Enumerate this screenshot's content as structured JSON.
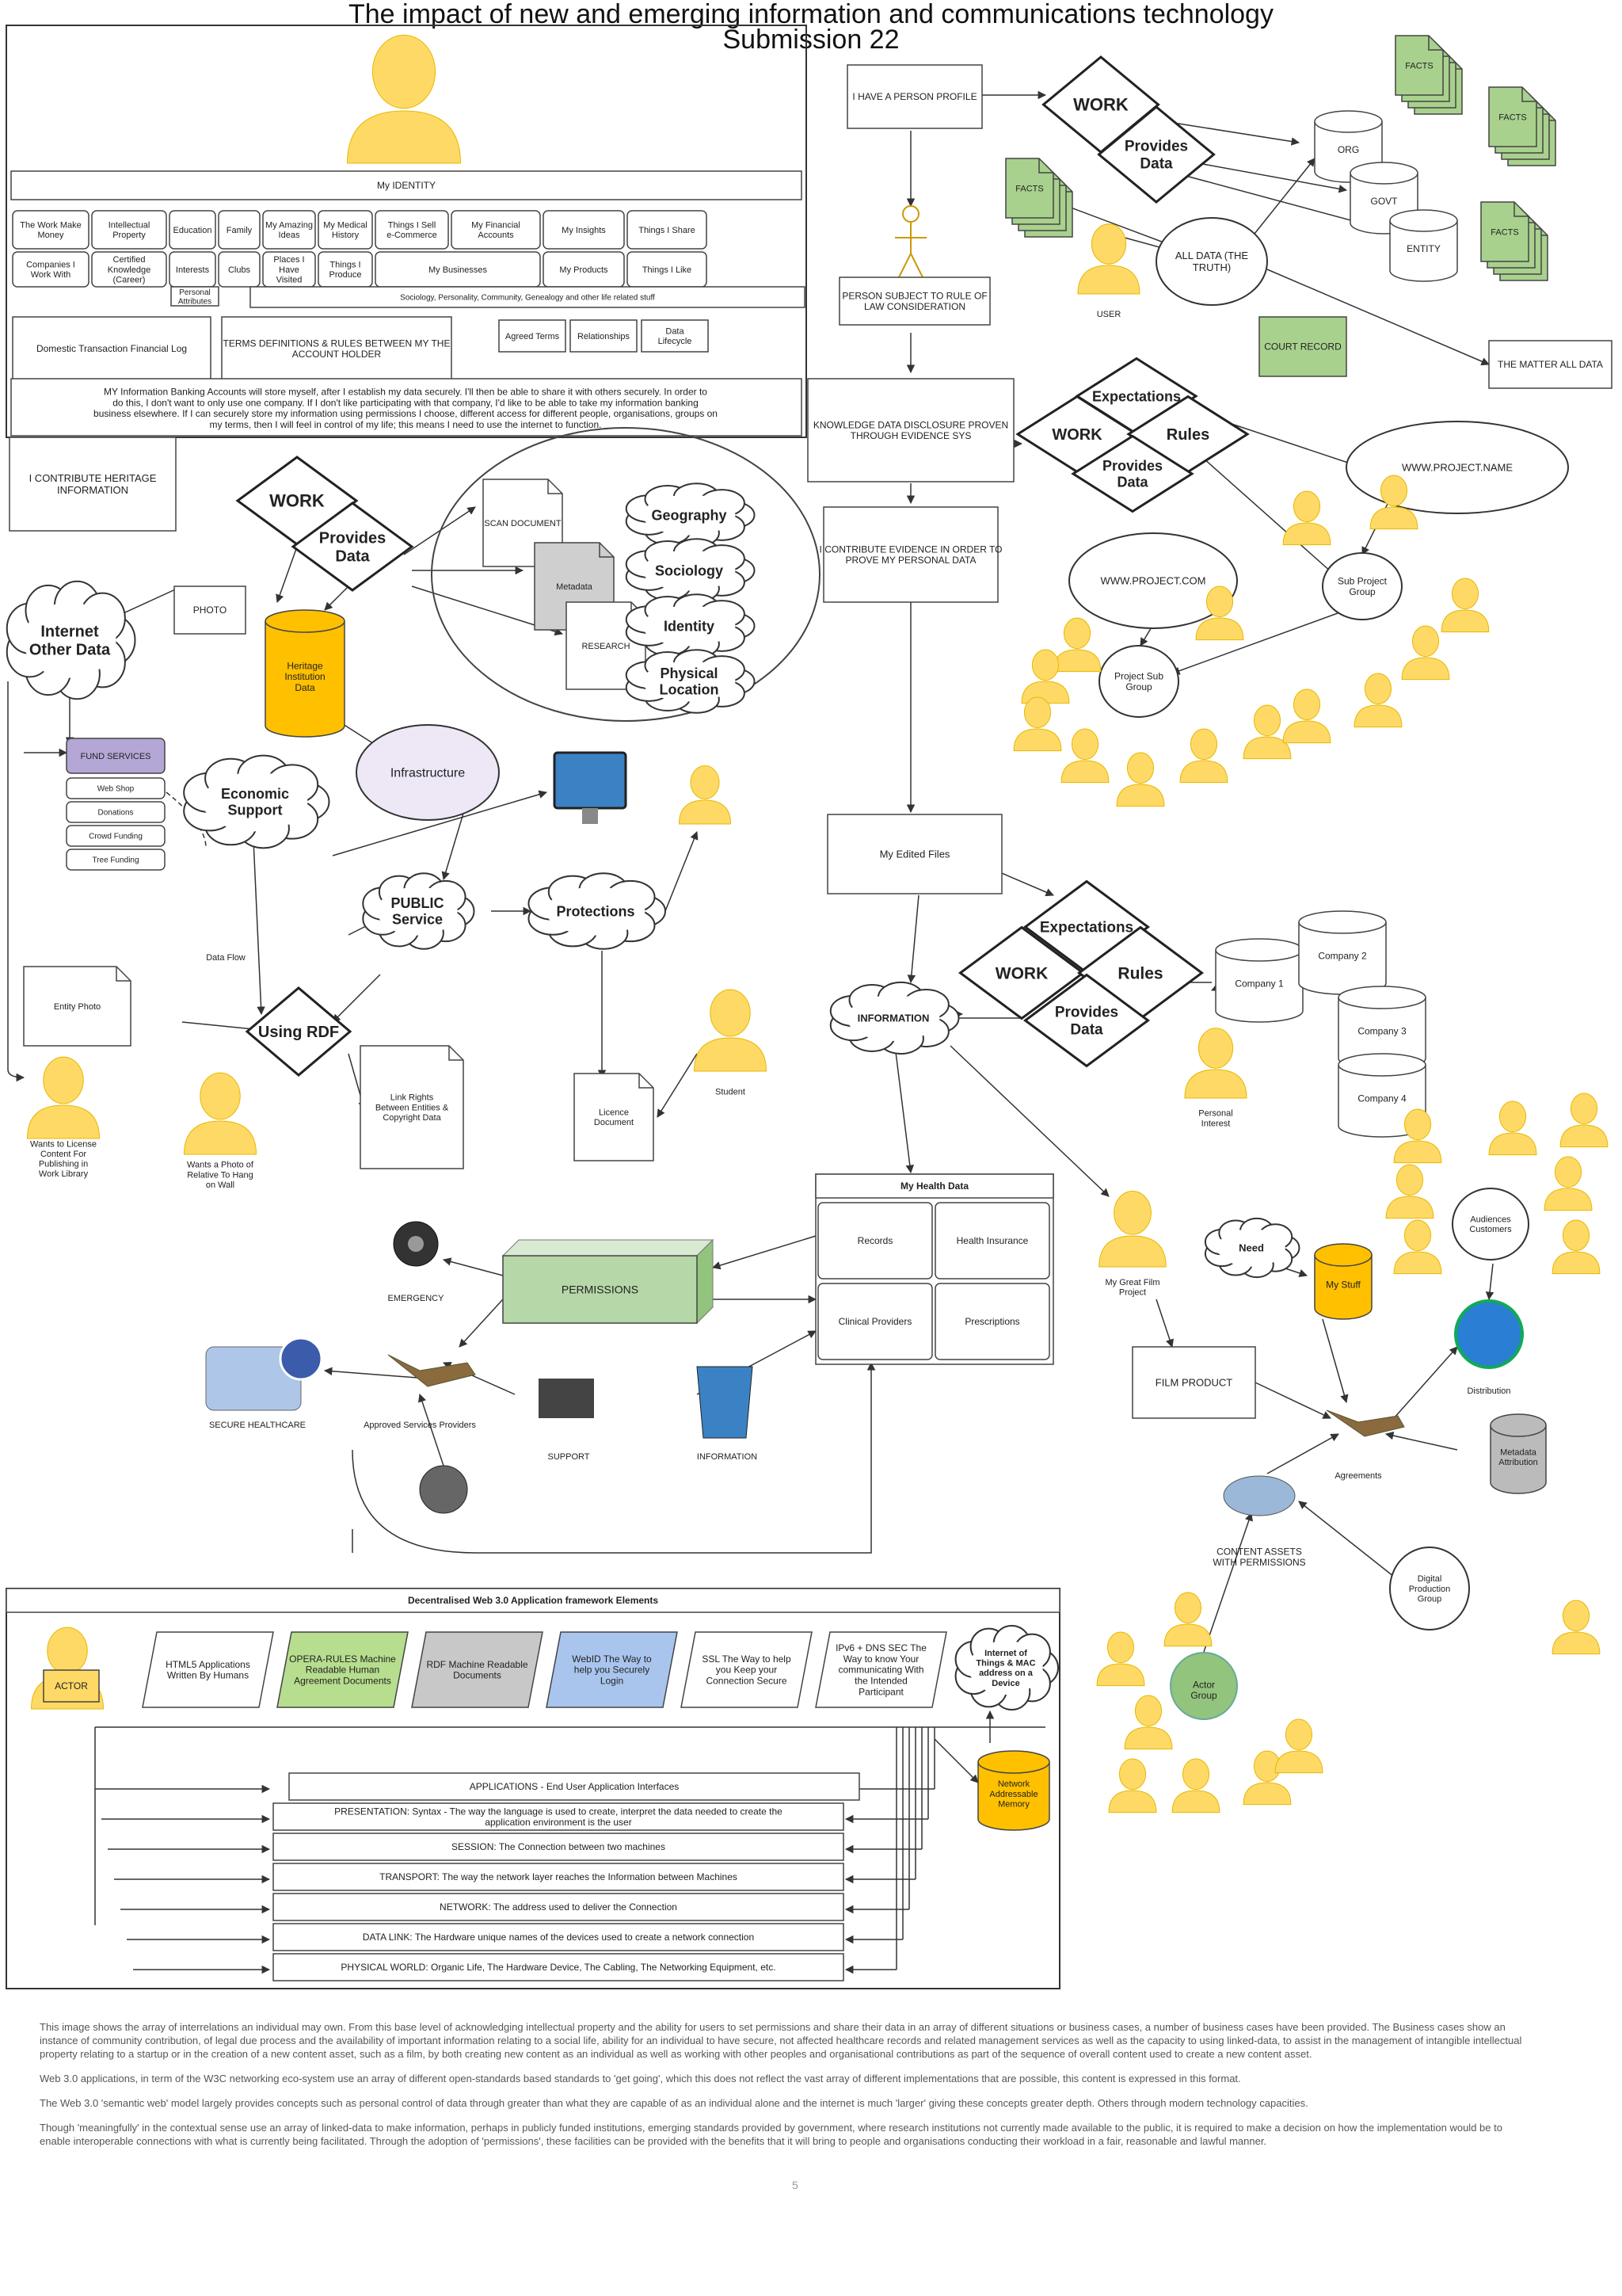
{
  "header": {
    "title": "The impact of new and emerging information and communications technology",
    "subtitle": "Submission 22"
  },
  "identity": {
    "title": "My IDENTITY",
    "cells_row1": [
      "The Work Make Money",
      "Intellectual Property",
      "Education",
      "Family",
      "My Amazing Ideas",
      "My Medical History",
      "Things I Sell e-Commerce",
      "My Financial Accounts",
      "My Insights",
      "Things I Share"
    ],
    "cells_row2": [
      "Companies I Work With",
      "Certified Knowledge (Career)",
      "Interests",
      "Clubs",
      "Places I Have Visited",
      "Things I Produce",
      "My Businesses",
      "My Products",
      "Things I Like"
    ],
    "cells_row3": [
      "Personal Attributes"
    ],
    "wide_row": "Sociology, Personality, Community, Genealogy and other life related stuff",
    "mid_left": "Domestic Transaction Financial Log",
    "mid_center": "TERMS DEFINITIONS & RULES BETWEEN MY THE ACCOUNT HOLDER",
    "mid_right": [
      "Agreed Terms",
      "Relationships",
      "Data Lifecycle"
    ],
    "paragraph": "MY Information Banking Accounts will store myself, after I establish my data securely. I'll then be able to share it with others securely. In order to do this, I don't want to only use one company. If I don't like participating with that company, I'd like to be able to take my information banking business elsewhere. If I can securely store my information using permissions I choose, different access for different people, organisations, groups on my terms, then I will feel in control of my life; this means I need to use the internet to function."
  },
  "left_section": {
    "heritage": "I CONTRIBUTE HERITAGE INFORMATION",
    "work": "WORK",
    "provides_data": "Provides Data",
    "photo": "PHOTO",
    "internet_other_data": "Internet Other Data",
    "heritage_db": "Heritage Institution Data",
    "scan_document": "SCAN DOCUMENT",
    "metadata": "Metadata",
    "research": "RESEARCH",
    "bubble_labels": [
      "Geography",
      "Sociology",
      "Identity",
      "Physical Location"
    ],
    "fund_services": "FUND SERVICES",
    "fund_items": [
      "Web Shop",
      "Donations",
      "Crowd Funding",
      "Tree Funding"
    ],
    "economic_support": "Economic Support",
    "infrastructure": "Infrastructure",
    "public_service": "PUBLIC Service",
    "protections": "Protections",
    "data_flow": "Data Flow",
    "using_rdf": "Using RDF",
    "entity_photo": "Entity Photo",
    "link_rights": "Link Rights Between Entities & Copyright Data",
    "licence": "Licence Document",
    "person_left": "Wants to License Content For Publishing in Work Library",
    "person_mid": "Wants a Photo of Relative To Hang on Wall",
    "student": "Student"
  },
  "top_right": {
    "person_label": "I HAVE A PERSON PROFILE",
    "work": "WORK",
    "provides_data": "Provides Data",
    "facts": [
      "FACTS",
      "FACTS",
      "FACTS",
      "FACTS"
    ],
    "dbs": [
      "ORG",
      "GOVT",
      "ENTITY"
    ],
    "all_data": "ALL DATA (THE TRUTH)",
    "user": "USER",
    "person_subject": "PERSON SUBJECT TO RULE OF LAW CONSIDERATION",
    "court_record": "COURT RECORD",
    "the_matter": "THE MATTER ALL DATA",
    "knowledge": "KNOWLEDGE DATA DISCLOSURE PROVEN THROUGH EVIDENCE SYS",
    "contribute_evidence": "I CONTRIBUTE EVIDENCE IN ORDER TO PROVE MY PERSONAL DATA",
    "expectations": "Expectations",
    "work2": "WORK",
    "rules": "Rules",
    "provides_data2": "Provides Data",
    "project_site1": "WWW.PROJECT.NAME",
    "project_site2": "WWW.PROJECT.COM",
    "sub_project": "Sub Project Group",
    "project_group": "Project Sub Group"
  },
  "middle": {
    "my_edited_files": "My Edited Files",
    "expectations": "Expectations",
    "work": "WORK",
    "rules": "Rules",
    "provides_data": "Provides Data",
    "information": "INFORMATION",
    "companies": [
      "Company 1",
      "Company 2",
      "Company 3",
      "Company 4"
    ],
    "personal_interest": "Personal Interest",
    "health_data": "My Health Data",
    "health_cells": [
      "Records",
      "Health Insurance",
      "Clinical Providers",
      "Prescriptions"
    ],
    "permissions": "PERMISSIONS",
    "emergency": "EMERGENCY",
    "approved_providers": "Approved Services Providers",
    "secure_healthcare": "SECURE HEALTHCARE",
    "support": "SUPPORT",
    "information_label": "INFORMATION"
  },
  "right_bottom": {
    "film_project": "My Great Film Project",
    "need": "Need",
    "my_stuff": "My Stuff",
    "film_product": "FILM PRODUCT",
    "audiences": "Audiences Customers",
    "distribution": "Distribution",
    "agreements": "Agreements",
    "metadata_attribution": "Metadata Attribution",
    "content_assets": "CONTENT ASSETS WITH PERMISSIONS",
    "digital_group": "Digital Production Group",
    "actor_group": "Actor Group"
  },
  "framework": {
    "title": "Decentralised Web 3.0 Application framework Elements",
    "actor": "ACTOR",
    "layers": [
      {
        "text": "HTML5 Applications Written By Humans",
        "color": "#ffffff"
      },
      {
        "text": "OPERA-RULES Machine Readable Human Agreement Documents",
        "color": "#b7dd8e"
      },
      {
        "text": "RDF Machine Readable Documents",
        "color": "#c8c8c8"
      },
      {
        "text": "WebID The Way to help you Securely Login",
        "color": "#a9c5ee"
      },
      {
        "text": "SSL The Way to help you Keep your Connection Secure",
        "color": "#ffffff"
      },
      {
        "text": "IPv6 + DNS SEC The Way to know Your communicating With the Intended Participant",
        "color": "#ffffff"
      }
    ],
    "internet_of_things": "Internet of Things & MAC address on a Device",
    "network_memory": "Network Addressable Memory",
    "stack": [
      "APPLICATIONS - End User Application Interfaces",
      "PRESENTATION: Syntax - The way the language is used to create, interpret the data needed to create the application environment is the user",
      "SESSION: The Connection between two machines",
      "TRANSPORT: The way the network layer reaches the Information between Machines",
      "NETWORK: The address used to deliver the Connection",
      "DATA LINK: The Hardware unique names of the devices used to create a network connection",
      "PHYSICAL WORLD: Organic Life, The Hardware Device, The Cabling, The Networking Equipment, etc."
    ]
  },
  "description": [
    "This image shows the array of interrelations an individual may own. From this base level of acknowledging intellectual property and the ability for users to set permissions and share their data in an array of different situations or business cases, a number of business cases have been provided. The Business cases show an instance of community contribution, of legal due process and the availability of important information relating to a social life, ability for an individual to have secure, not affected healthcare records and related management services as well as the capacity to using linked-data, to assist in the management of intangible intellectual property relating to a startup or in the creation of a new content asset, such as a film, by both creating new content as an individual as well as working with other peoples and organisational contributions as part of the sequence of overall content used to create a new content asset.",
    "Web 3.0 applications, in term of the W3C networking eco-system use an array of different open-standards based standards to 'get going', which this does not reflect the vast array of different implementations that are possible, this content is expressed in this format.",
    "The Web 3.0 'semantic web' model largely provides concepts such as personal control of data through greater than what they are capable of as an individual alone and the internet is much 'larger' giving these concepts greater depth. Others through modern technology capacities.",
    "Though 'meaningfully' in the contextual sense use an array of linked-data to make information, perhaps in publicly funded institutions, emerging standards provided by government, where research institutions not currently made available to the public, it is required to make a decision on how the implementation would be to enable interoperable connections with what is currently being facilitated. Through the adoption of 'permissions', these facilities can be provided with the benefits that it will bring to people and organisations conducting their workload in a fair, reasonable and lawful manner."
  ],
  "page_number": "5"
}
